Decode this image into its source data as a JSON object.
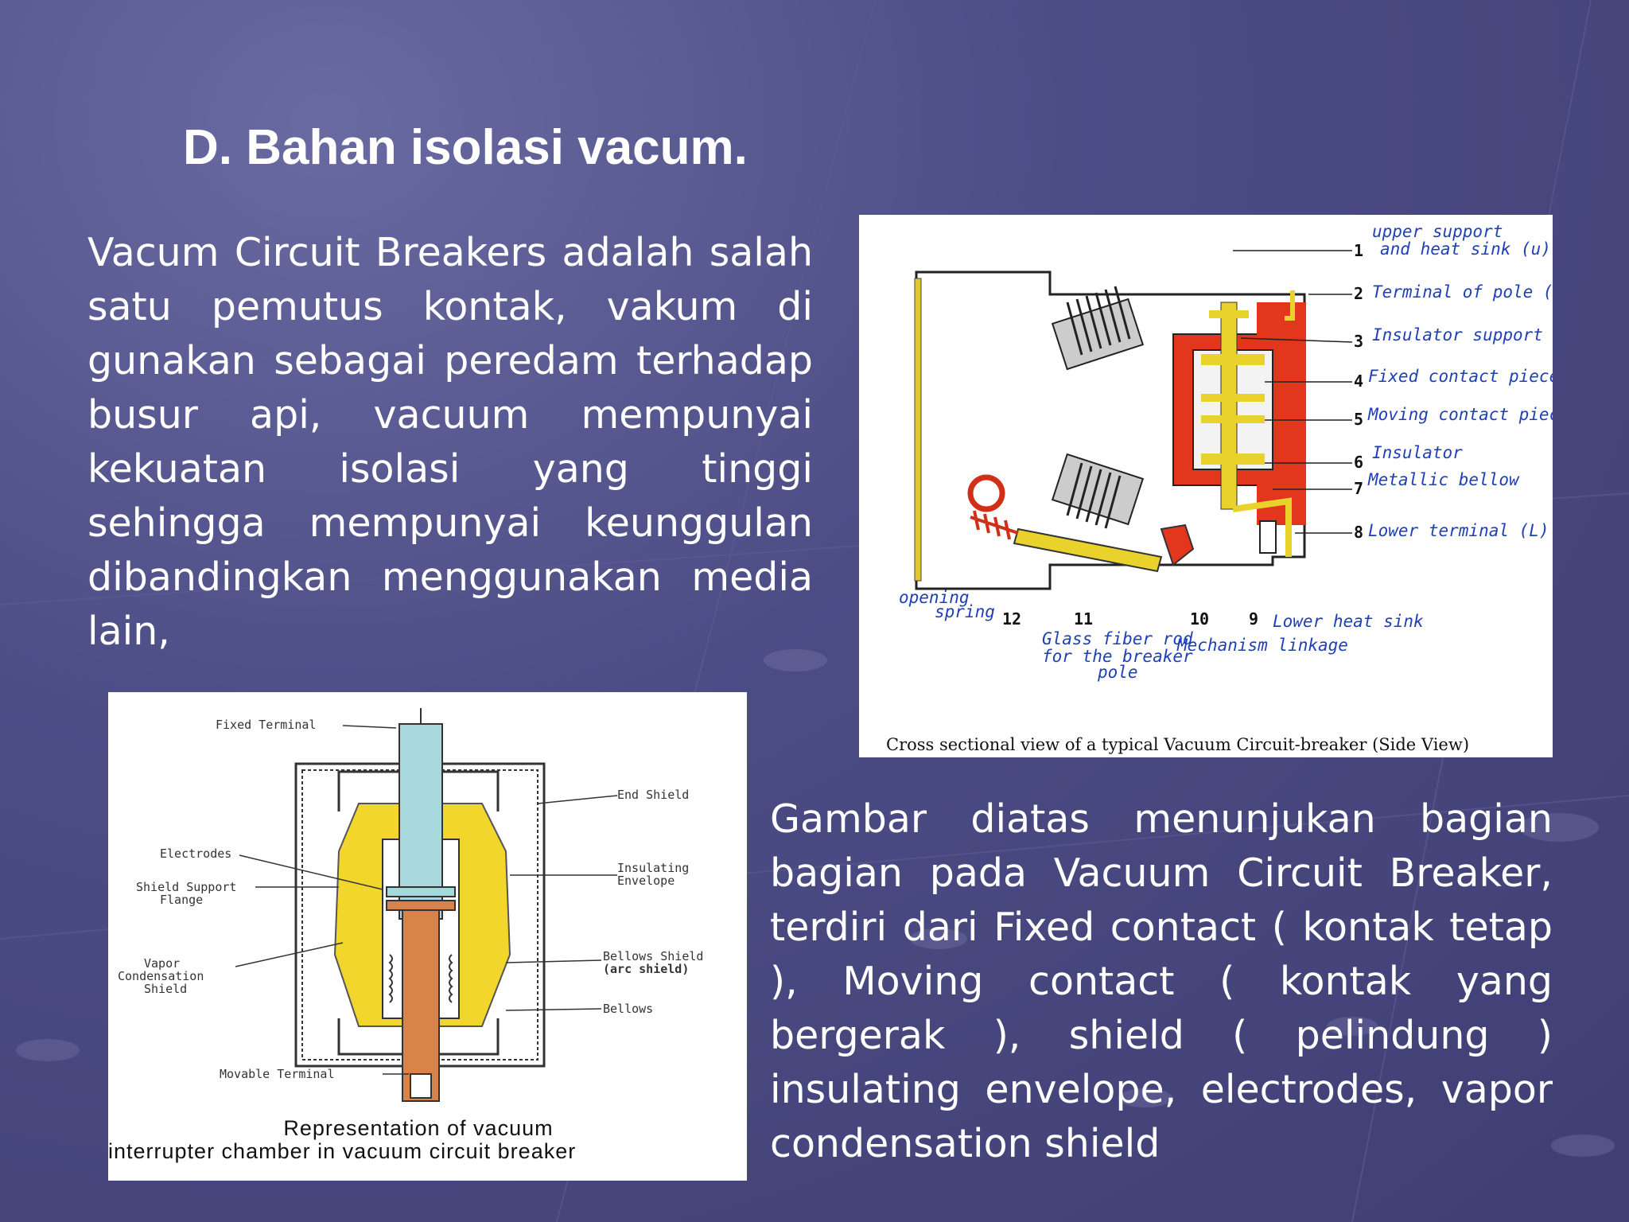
{
  "slide": {
    "title": "D. Bahan isolasi vacum.",
    "paragraph_1": "Vacum Circuit Breakers adalah salah satu pemutus kontak, vakum di gunakan sebagai peredam terhadap busur api, vacuum mempunyai kekuatan isolasi yang tinggi sehingga mempunyai keunggulan dibandingkan menggunakan media lain,",
    "paragraph_2": "Gambar diatas menunjukan bagian bagian pada Vacuum Circuit Breaker, terdiri dari Fixed contact ( kontak tetap ), Moving contact ( kontak yang bergerak ), shield ( pelindung ) insulating envelope, electrodes, vapor condensation shield"
  },
  "figure_top": {
    "caption": "Cross sectional view of a typical Vacuum Circuit-breaker (Side View)",
    "numbers": {
      "n1": "1",
      "n2": "2",
      "n3": "3",
      "n4": "4",
      "n5": "5",
      "n6": "6",
      "n7": "7",
      "n8": "8",
      "n9": "9",
      "n10": "10",
      "n11": "11",
      "n12": "12"
    },
    "annotations": {
      "a1": "upper support",
      "a1b": "and heat sink (u)",
      "a2": "Terminal of pole (u)",
      "a3": "Insulator support rod",
      "a4": "Fixed contact piece",
      "a5": "Moving contact piece",
      "a6": "Insulator",
      "a7": "Metallic bellow",
      "a8": "Lower terminal (L)",
      "a9": "Lower heat sink",
      "a10": "Mechanism linkage",
      "a11": "Glass fiber rod",
      "a11b": "for the breaker",
      "a11c": "pole",
      "a12": "opening",
      "a12b": "spring"
    }
  },
  "figure_bottom": {
    "caption_line1": "Representation of vacuum",
    "caption_line2": "interrupter chamber in vacuum circuit breaker",
    "labels": {
      "fixed_terminal": "Fixed Terminal",
      "end_shield": "End Shield",
      "electrodes": "Electrodes",
      "insulating_1": "Insulating",
      "insulating_2": "Envelope",
      "shield_support_1": "Shield Support",
      "shield_support_2": "Flange",
      "vapor_1": "Vapor",
      "vapor_2": "Condensation",
      "vapor_3": "Shield",
      "bellows_shield_1": "Bellows Shield",
      "bellows_shield_2": "(arc shield)",
      "bellows": "Bellows",
      "movable_terminal": "Movable Terminal"
    }
  }
}
